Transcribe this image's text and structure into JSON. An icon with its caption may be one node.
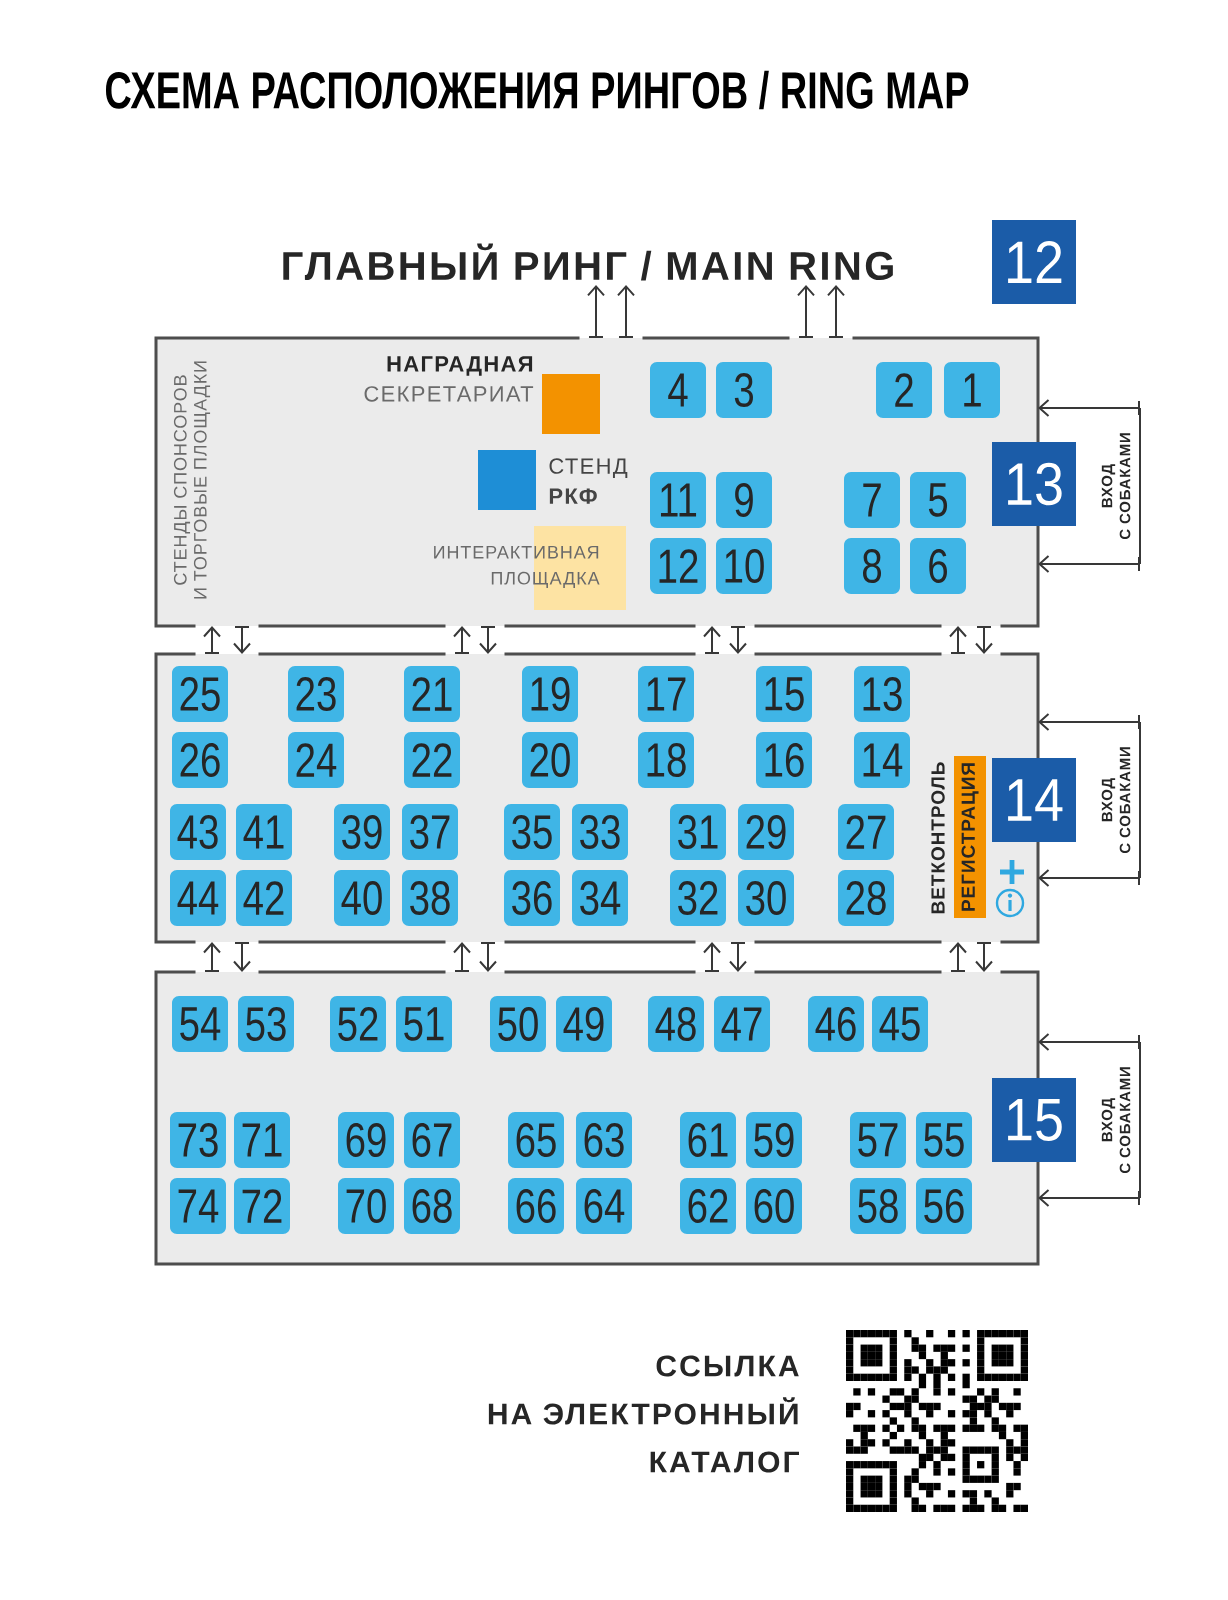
{
  "diagram": {
    "title": "СХЕМА РАСПОЛОЖЕНИЯ РИНГОВ / RING MAP",
    "nodes": [
      {
        "text": [
          "ГЛАВНЫЙ РИНГ / MAIN RING"
        ]
      },
      {
        "text": [
          "12"
        ]
      },
      {
        "text": [],
        "shape": "box"
      },
      {
        "text": [
          "НАГРАДНАЯ",
          "СЕКРЕТАРИАТ"
        ],
        "in": 2
      },
      {
        "text": [
          "4"
        ],
        "in": 2
      },
      {
        "text": [
          "3"
        ],
        "in": 2
      },
      {
        "text": [
          "2"
        ],
        "in": 2
      },
      {
        "text": [
          "1"
        ],
        "in": 2
      },
      {
        "text": [
          "СТЕНД **РКФ**"
        ],
        "in": 2
      },
      {
        "text": [
          "11"
        ],
        "in": 2
      },
      {
        "text": [
          "9"
        ],
        "in": 2
      },
      {
        "text": [
          "7"
        ],
        "in": 2
      },
      {
        "text": [
          "5"
        ],
        "in": 2
      },
      {
        "text": [
          "ИНТЕРАКТИВНАЯ ПЛОЩАДКА"
        ],
        "in": 2
      },
      {
        "text": [
          "12"
        ],
        "in": 2
      },
      {
        "text": [
          "10"
        ],
        "in": 2
      },
      {
        "text": [
          "8"
        ],
        "in": 2
      },
      {
        "text": [
          "6"
        ],
        "in": 2
      },
      {
        "text": [
          "13"
        ]
      },
      {
        "text": [
          "ВХОД С СОБАКАМИ"
        ]
      },
      {
        "text": [],
        "shape": "box"
      },
      {
        "text": [
          "25"
        ],
        "in": 20
      },
      {
        "text": [
          "23"
        ],
        "in": 20
      },
      {
        "text": [
          "21"
        ],
        "in": 20
      },
      {
        "text": [
          "19"
        ],
        "in": 20
      },
      {
        "text": [
          "17"
        ],
        "in": 20
      },
      {
        "text": [
          "15"
        ],
        "in": 20
      },
      {
        "text": [
          "13"
        ],
        "in": 20
      },
      {
        "text": [
          "26"
        ],
        "in": 20
      },
      {
        "text": [
          "24"
        ],
        "in": 20
      },
      {
        "text": [
          "22"
        ],
        "in": 20
      },
      {
        "text": [
          "20"
        ],
        "in": 20
      },
      {
        "text": [
          "18"
        ],
        "in": 20
      },
      {
        "text": [
          "16"
        ],
        "in": 20
      },
      {
        "text": [
          "14"
        ],
        "in": 20
      },
      {
        "text": [
          "РЕГИСТРАЦИЯ"
        ],
        "in": 20
      },
      {
        "text": [
          "43"
        ],
        "in": 20
      },
      {
        "text": [
          "41"
        ],
        "in": 20
      },
      {
        "text": [
          "39"
        ],
        "in": 20
      },
      {
        "text": [
          "37"
        ],
        "in": 20
      },
      {
        "text": [
          "35"
        ],
        "in": 20
      },
      {
        "text": [
          "33"
        ],
        "in": 20
      },
      {
        "text": [
          "31"
        ],
        "in": 20
      },
      {
        "text": [
          "29"
        ],
        "in": 20
      },
      {
        "text": [
          "27"
        ],
        "in": 20
      },
      {
        "text": [
          "44"
        ],
        "in": 20
      },
      {
        "text": [
          "42"
        ],
        "in": 20
      },
      {
        "text": [
          "40"
        ],
        "in": 20
      },
      {
        "text": [
          "38"
        ],
        "in": 20
      },
      {
        "text": [
          "36"
        ],
        "in": 20
      },
      {
        "text": [
          "34"
        ],
        "in": 20
      },
      {
        "text": [
          "32"
        ],
        "in": 20
      },
      {
        "text": [
          "30"
        ],
        "in": 20
      },
      {
        "text": [
          "28"
        ],
        "in": 20
      },
      {
        "text": [
          "14"
        ]
      },
      {
        "text": [
          "ВХОД С СОБАКАМИ"
        ]
      },
      {
        "text": [],
        "shape": "box"
      },
      {
        "text": [
          "54"
        ],
        "in": 56
      },
      {
        "text": [
          "53"
        ],
        "in": 56
      },
      {
        "text": [
          "52"
        ],
        "in": 56
      },
      {
        "text": [
          "51"
        ],
        "in": 56
      },
      {
        "text": [
          "50"
        ],
        "in": 56
      },
      {
        "text": [
          "49"
        ],
        "in": 56
      },
      {
        "text": [
          "48"
        ],
        "in": 56
      },
      {
        "text": [
          "47"
        ],
        "in": 56
      },
      {
        "text": [
          "46"
        ],
        "in": 56
      },
      {
        "text": [
          "45"
        ],
        "in": 56
      },
      {
        "text": [
          "73"
        ],
        "in": 56
      },
      {
        "text": [
          "71"
        ],
        "in": 56
      },
      {
        "text": [
          "69"
        ],
        "in": 56
      },
      {
        "text": [
          "67"
        ],
        "in": 56
      },
      {
        "text": [
          "65"
        ],
        "in": 56
      },
      {
        "text": [
          "63"
        ],
        "in": 56
      },
      {
        "text": [
          "61"
        ],
        "in": 56
      },
      {
        "text": [
          "59"
        ],
        "in": 56
      },
      {
        "text": [
          "57"
        ],
        "in": 56
      },
      {
        "text": [
          "55"
        ],
        "in": 56
      },
      {
        "text": [
          "74"
        ],
        "in": 56
      },
      {
        "text": [
          "72"
        ],
        "in": 56
      },
      {
        "text": [
          "70"
        ],
        "in": 56
      },
      {
        "text": [
          "68"
        ],
        "in": 56
      },
      {
        "text": [
          "66"
        ],
        "in": 56
      },
      {
        "text": [
          "64"
        ],
        "in": 56
      },
      {
        "text": [
          "62"
        ],
        "in": 56
      },
      {
        "text": [
          "60"
        ],
        "in": 56
      },
      {
        "text": [
          "58"
        ],
        "in": 56
      },
      {
        "text": [
          "56"
        ],
        "in": 56
      },
      {
        "text": [
          "15"
        ]
      },
      {
        "text": [
          "ВХОД С СОБАКАМИ"
        ]
      }
    ],
    "edges": [
      {
        "from": 2,
        "to": 0,
        "arrow": "to"
      },
      {
        "from": 2,
        "to": 0,
        "arrow": "to"
      },
      {
        "from": 2,
        "to": 0,
        "arrow": "to"
      },
      {
        "from": 2,
        "to": 0,
        "arrow": "to"
      },
      {
        "from": 20,
        "to": 2,
        "arrow": "to"
      },
      {
        "from": 2,
        "to": 20,
        "arrow": "to"
      },
      {
        "from": 20,
        "to": 2,
        "arrow": "to"
      },
      {
        "from": 2,
        "to": 20,
        "arrow": "to"
      },
      {
        "from": 20,
        "to": 2,
        "arrow": "to"
      },
      {
        "from": 2,
        "to": 20,
        "arrow": "to"
      },
      {
        "from": 20,
        "to": 2,
        "arrow": "to"
      },
      {
        "from": 2,
        "to": 20,
        "arrow": "to"
      },
      {
        "from": 56,
        "to": 20,
        "arrow": "to"
      },
      {
        "from": 20,
        "to": 56,
        "arrow": "to"
      },
      {
        "from": 56,
        "to": 20,
        "arrow": "to"
      },
      {
        "from": 20,
        "to": 56,
        "arrow": "to"
      },
      {
        "from": 56,
        "to": 20,
        "arrow": "to"
      },
      {
        "from": 20,
        "to": 56,
        "arrow": "to"
      },
      {
        "from": 56,
        "to": 20,
        "arrow": "to"
      },
      {
        "from": 20,
        "to": 56,
        "arrow": "to"
      },
      {
        "from": 19,
        "to": 2,
        "arrow": "to"
      },
      {
        "from": 19,
        "to": 2,
        "arrow": "to"
      },
      {
        "from": 55,
        "to": 20,
        "arrow": "to"
      },
      {
        "from": 55,
        "to": 20,
        "arrow": "to"
      },
      {
        "from": 88,
        "to": 56,
        "arrow": "to"
      },
      {
        "from": 88,
        "to": 56,
        "arrow": "to"
      }
    ],
    "labels": [
      "СТЕНДЫ СПОНСОРОВ И ТОРГОВЫЕ ПЛОЩАДКИ",
      "ВЕТКОНТРОЛЬ",
      "ССЫЛКА НА ЭЛЕКТРОННЫЙ КАТАЛОГ"
    ]
  }
}
